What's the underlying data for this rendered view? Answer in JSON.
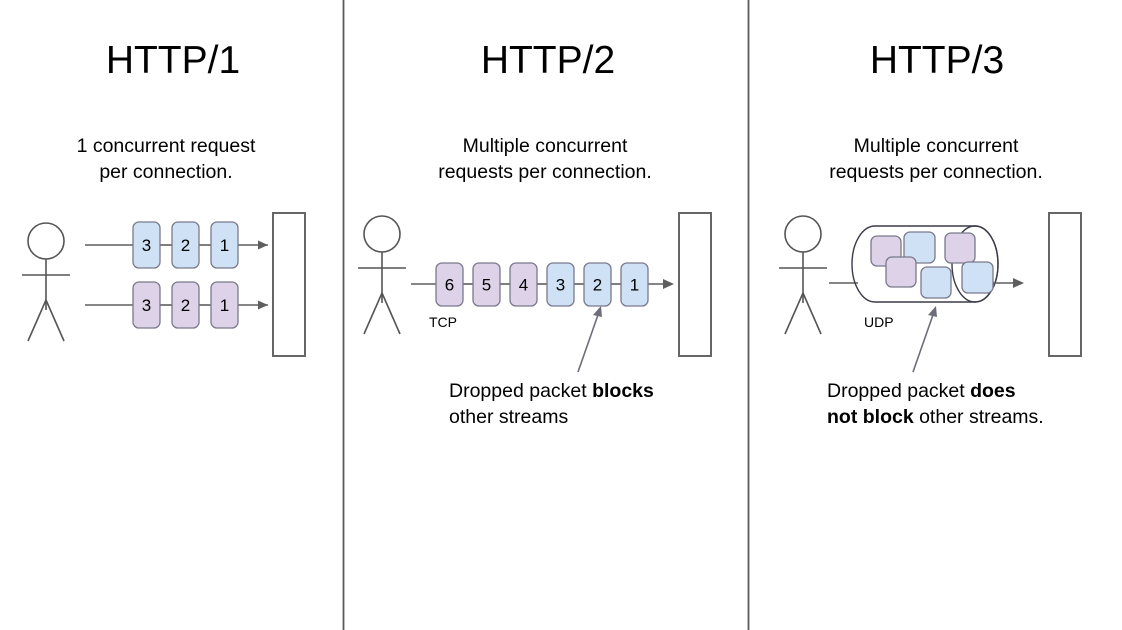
{
  "diagram": {
    "title_semantic": "http-version-comparison",
    "background": "#ffffff",
    "divider_color": "#5a5a5a",
    "colors": {
      "packet_blue": "#cfe1f4",
      "packet_purple": "#ddd2e8",
      "packet_border": "#7a7a8c",
      "line": "#5e5e5e",
      "server_border": "#666666",
      "text": "#000000"
    }
  },
  "panels": [
    {
      "id": "http1",
      "title": "HTTP/1",
      "caption_line1": "1 concurrent request",
      "caption_line2": "per connection.",
      "protocol_label": "",
      "streams": [
        {
          "color": "blue",
          "packets": [
            "3",
            "2",
            "1"
          ]
        },
        {
          "color": "purple",
          "packets": [
            "3",
            "2",
            "1"
          ]
        }
      ],
      "annotation": {
        "line1": "",
        "line2": ""
      }
    },
    {
      "id": "http2",
      "title": "HTTP/2",
      "caption_line1": "Multiple concurrent",
      "caption_line2": "requests per connection.",
      "protocol_label": "TCP",
      "streams": [
        {
          "color": "mixed",
          "packets": [
            "6",
            "5",
            "4",
            "3",
            "2",
            "1"
          ],
          "packet_colors": [
            "purple",
            "purple",
            "purple",
            "blue",
            "blue",
            "blue"
          ]
        }
      ],
      "annotation": {
        "line1_normal": "Dropped packet ",
        "line1_bold": "blocks",
        "line2_normal": "other streams",
        "line2_bold": ""
      }
    },
    {
      "id": "http3",
      "title": "HTTP/3",
      "caption_line1": "Multiple concurrent",
      "caption_line2": "requests per connection.",
      "protocol_label": "UDP",
      "cylinder_packets": [
        {
          "color": "purple"
        },
        {
          "color": "blue"
        },
        {
          "color": "purple"
        },
        {
          "color": "purple"
        },
        {
          "color": "blue"
        },
        {
          "color": "blue"
        }
      ],
      "annotation": {
        "line1_normal": "Dropped packet ",
        "line1_bold": "does",
        "line2_bold": "not block",
        "line2_normal": " other streams."
      }
    }
  ]
}
